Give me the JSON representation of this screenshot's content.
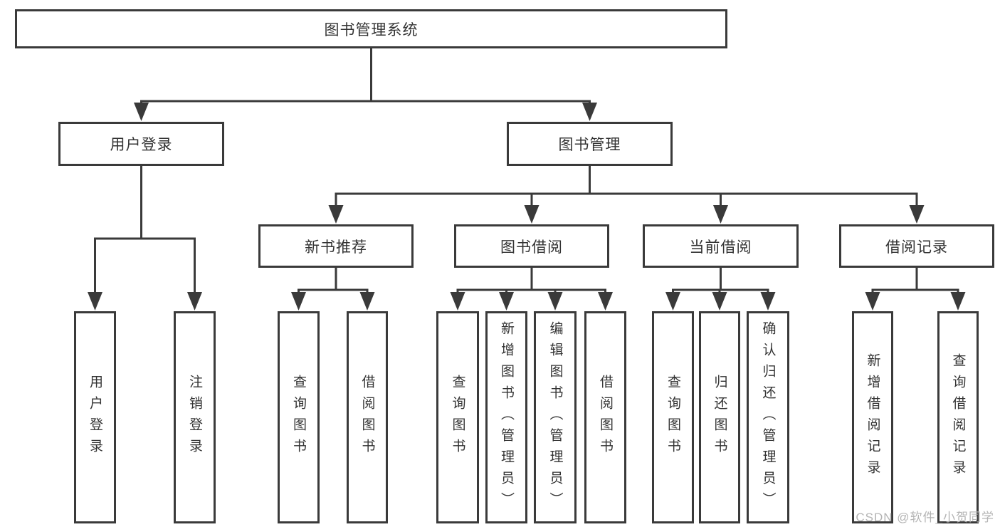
{
  "diagram": {
    "root": {
      "label": "图书管理系统"
    },
    "branches": [
      {
        "label": "用户登录",
        "children": [
          {
            "label": "用户登录"
          },
          {
            "label": "注销登录"
          }
        ]
      },
      {
        "label": "图书管理",
        "children": [
          {
            "label": "新书推荐",
            "children": [
              {
                "label": "查询图书"
              },
              {
                "label": "借阅图书"
              }
            ]
          },
          {
            "label": "图书借阅",
            "children": [
              {
                "label": "查询图书"
              },
              {
                "label": "新增图书（管理员）"
              },
              {
                "label": "编辑图书（管理员）"
              },
              {
                "label": "借阅图书"
              }
            ]
          },
          {
            "label": "当前借阅",
            "children": [
              {
                "label": "查询图书"
              },
              {
                "label": "归还图书"
              },
              {
                "label": "确认归还（管理员）"
              }
            ]
          },
          {
            "label": "借阅记录",
            "children": [
              {
                "label": "新增借阅记录"
              },
              {
                "label": "查询借阅记录"
              }
            ]
          }
        ]
      }
    ]
  },
  "watermark": {
    "text": "CSDN @软件_小贺同学"
  },
  "colors": {
    "line": "#3a3a3a",
    "text": "#333333",
    "watermark": "#b4b4b4",
    "background": "#ffffff"
  }
}
